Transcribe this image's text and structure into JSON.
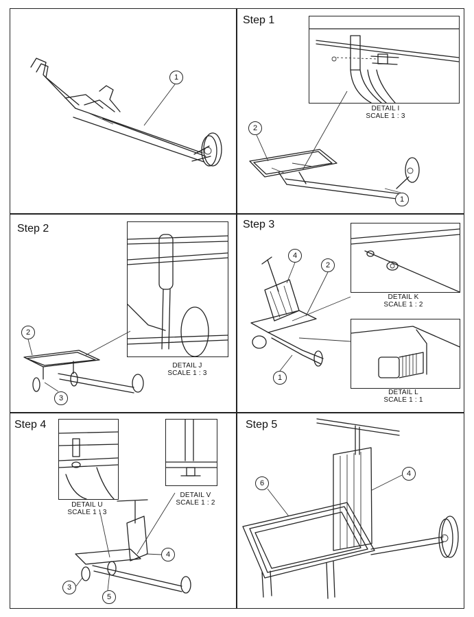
{
  "steps": {
    "step1": "Step 1",
    "step2": "Step 2",
    "step3": "Step 3",
    "step4": "Step 4",
    "step5": "Step 5"
  },
  "details": {
    "detail_i": {
      "name": "DETAIL I",
      "scale": "SCALE 1 : 3"
    },
    "detail_j": {
      "name": "DETAIL J",
      "scale": "SCALE 1 : 3"
    },
    "detail_k": {
      "name": "DETAIL K",
      "scale": "SCALE 1 : 2"
    },
    "detail_l": {
      "name": "DETAIL L",
      "scale": "SCALE 1 : 1"
    },
    "detail_u": {
      "name": "DETAIL U",
      "scale": "SCALE 1 : 3"
    },
    "detail_v": {
      "name": "DETAIL V",
      "scale": "SCALE 1 : 2"
    }
  },
  "callouts": {
    "overview_frame": "1",
    "s1_tray": "2",
    "s1_frame": "1",
    "s2_tray": "2",
    "s2_caster": "3",
    "s3_handle": "4",
    "s3_tray": "2",
    "s3_frame": "1",
    "s4_handle": "4",
    "s4_caster": "3",
    "s4_axle": "5",
    "s5_basket": "6",
    "s5_handle": "4"
  }
}
